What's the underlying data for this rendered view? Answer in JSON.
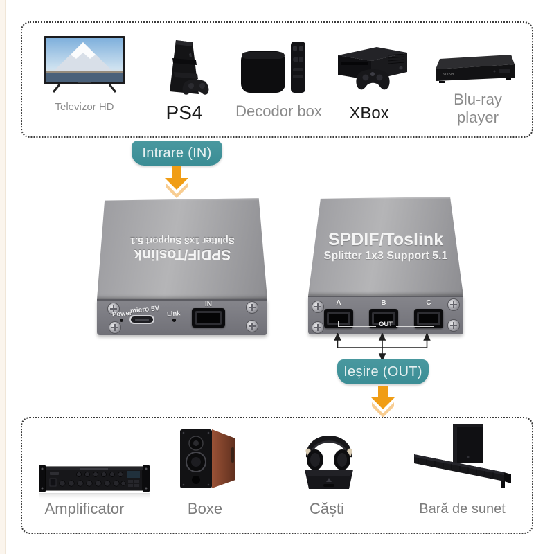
{
  "colors": {
    "teal": "#3E939B",
    "orange": "#F09D15",
    "orange_light": "#F8CD92"
  },
  "flow": {
    "input_label": "Intrare (IN)",
    "output_label": "Ieșire (OUT)"
  },
  "sources": {
    "items": [
      {
        "id": "tv",
        "label": "Televizor HD"
      },
      {
        "id": "ps4",
        "label": "PS4"
      },
      {
        "id": "decoder",
        "label": "Decodor box"
      },
      {
        "id": "xbox",
        "label": "XBox"
      },
      {
        "id": "bluray",
        "label": "Blu-ray player",
        "brand": "SONY"
      }
    ]
  },
  "splitter": {
    "title": "SPDIF/Toslink",
    "subtitle": "Splitter 1x3 Support 5.1",
    "front": {
      "power_label": "Power",
      "usb_label": "micro 5V",
      "link_label": "Link",
      "in_label": "IN"
    },
    "back": {
      "ports": [
        "A",
        "B",
        "C"
      ],
      "out_label": "OUT"
    }
  },
  "outputs": {
    "items": [
      {
        "id": "amplifier",
        "label": "Amplificator"
      },
      {
        "id": "speakers",
        "label": "Boxe"
      },
      {
        "id": "headphones",
        "label": "Căști"
      },
      {
        "id": "soundbar",
        "label": "Bară de sunet"
      }
    ]
  }
}
